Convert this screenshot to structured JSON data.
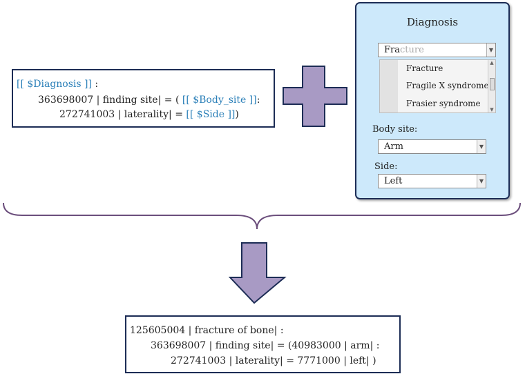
{
  "template": {
    "line1": {
      "open": "[[ $Diagnosis ]]",
      "rest": " :"
    },
    "line2": {
      "code": "363698007",
      "attr": " | finding site| ",
      "eq": "= ( ",
      "ref": "[[ $Body_site ]]",
      "end": ":"
    },
    "line3": {
      "code": "272741003",
      "attr": " | laterality| ",
      "eq": "= ",
      "ref": "[[ $Side ]]",
      "end": ")"
    }
  },
  "form": {
    "title": "Diagnosis",
    "search": {
      "typed": "Fra",
      "suggest": "cture"
    },
    "options": [
      "Fracture",
      "Fragile X syndrome",
      "Frasier syndrome"
    ],
    "body_site_label": "Body site:",
    "body_site_value": "Arm",
    "side_label": "Side:",
    "side_value": "Left"
  },
  "result": {
    "line1": "125605004 | fracture of bone| :",
    "line2": "363698007 | finding site| = (40983000 | arm| :",
    "line3": "272741003 | laterality| = 7771000 | left| )"
  },
  "colors": {
    "navy": "#1c2c55",
    "link": "#2a7fb8",
    "plus": "#a89ac4",
    "arrow": "#a89ac4",
    "panel": "#cde9fb"
  }
}
